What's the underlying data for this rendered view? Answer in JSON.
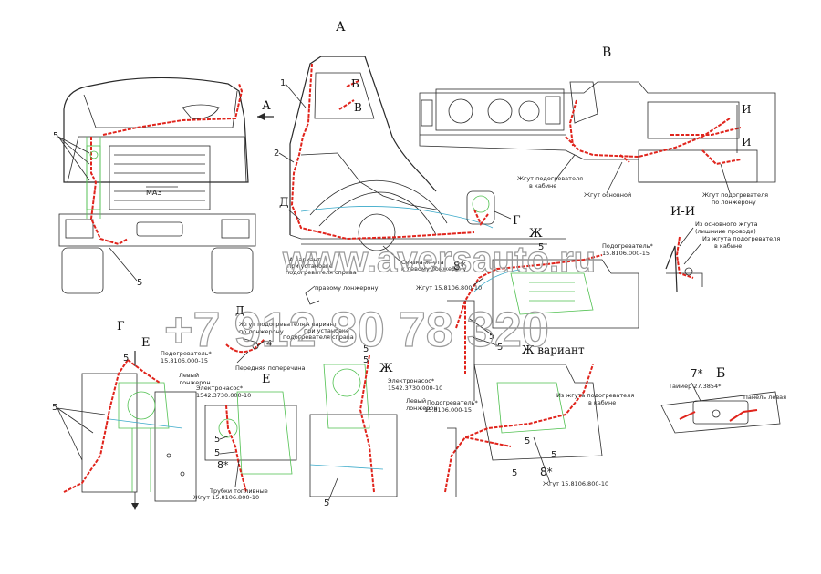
{
  "views": {
    "A": "А",
    "V": "В",
    "G": "Г",
    "Zh": "Ж",
    "D": "Д",
    "E": "Е",
    "I": "И",
    "B": "Б",
    "B_label": "Б",
    "V_label": "В",
    "II": "И-И",
    "Vo": "В",
    "Bo": "Б",
    "G2": "Г",
    "D2": "Д",
    "E2": "Е",
    "Zh2": "Ж",
    "Zh_variant": "Ж вариант",
    "I1": "И",
    "I2": "И"
  },
  "numbers": {
    "n1": "1",
    "n2": "2",
    "n5a": "5",
    "n5b": "5",
    "n5c": "5",
    "n5d": "5",
    "n5e": "5",
    "n5f": "5",
    "n5g": "5",
    "n5h": "5",
    "n5i": "5",
    "n5j": "5",
    "n5k": "5",
    "n5l": "5",
    "n4": "4",
    "n8a": "8*",
    "n8b": "8*",
    "n8c": "8*",
    "n8d": "8*",
    "n7": "7*",
    "n5m": "5"
  },
  "labels": {
    "harness_heater_cab": "Жгут подогревателя",
    "in_cab": "в кабине",
    "harness_main": "Жгут основной",
    "harness_heater_spar": "Жгут подогревателя",
    "to_spar": "по лонжерону",
    "from_main_harness": "Из основного жгута",
    "excess_wires": "(лишниие провода)",
    "from_heater_harness": "Из жгута подогревателя",
    "in_cabin2": "в кабине",
    "heater_1": "Подогреватель*",
    "heater_1_code": "15.8106.000-15",
    "harness_8106": "Жгут 15.8106.800-10",
    "variant_mount": "А вариант",
    "variant_mount2": "при установке",
    "variant_mount3": "подогревателя справа",
    "link_harness": "Связка жгута",
    "link_harness2": "к левому лонжерону",
    "right_spar": "правому лонжерону",
    "variant_right": "А вариант",
    "variant_right2": "при установке",
    "variant_right3": "подогревателя справа",
    "harness_heater_spar2": "Жгут подогревателя",
    "to_spar2": "по лонжерону",
    "front_crossbar": "Передняя поперечина",
    "heater_2": "Подогреватель*",
    "heater_2_code": "15.8106.000-15",
    "left_spar": "Левый",
    "left_spar2": "лонжерон",
    "pump": "Электронасос*",
    "pump_code": "1542.3730.000-10",
    "fuel_tubes": "Трубки топливные",
    "harness_8106_2": "Жгут 15.8106.800-10",
    "pump2": "Электронасос*",
    "pump2_code": "1542.3730.000-10",
    "left_spar3": "Левый",
    "left_spar4": "лонжерон",
    "heater_3": "Подогреватель*",
    "heater_3_code": "15.8106.000-15",
    "from_harness_heater": "Из жгута подогревателя",
    "in_cabin3": "в кабине",
    "harness_8106_3": "Жгут 15.8106.800-10",
    "timer": "Таймер 27.3854*",
    "panel_left": "Панель левая"
  },
  "watermark": {
    "site": "www.aversauto.ru",
    "phone": "+7 912 80 78 320"
  },
  "colors": {
    "line": "#2a2a2a",
    "green": "#4fc04f",
    "red": "#e0241c",
    "watermark": "#9a9a9a",
    "cyan": "#39a9c9"
  }
}
